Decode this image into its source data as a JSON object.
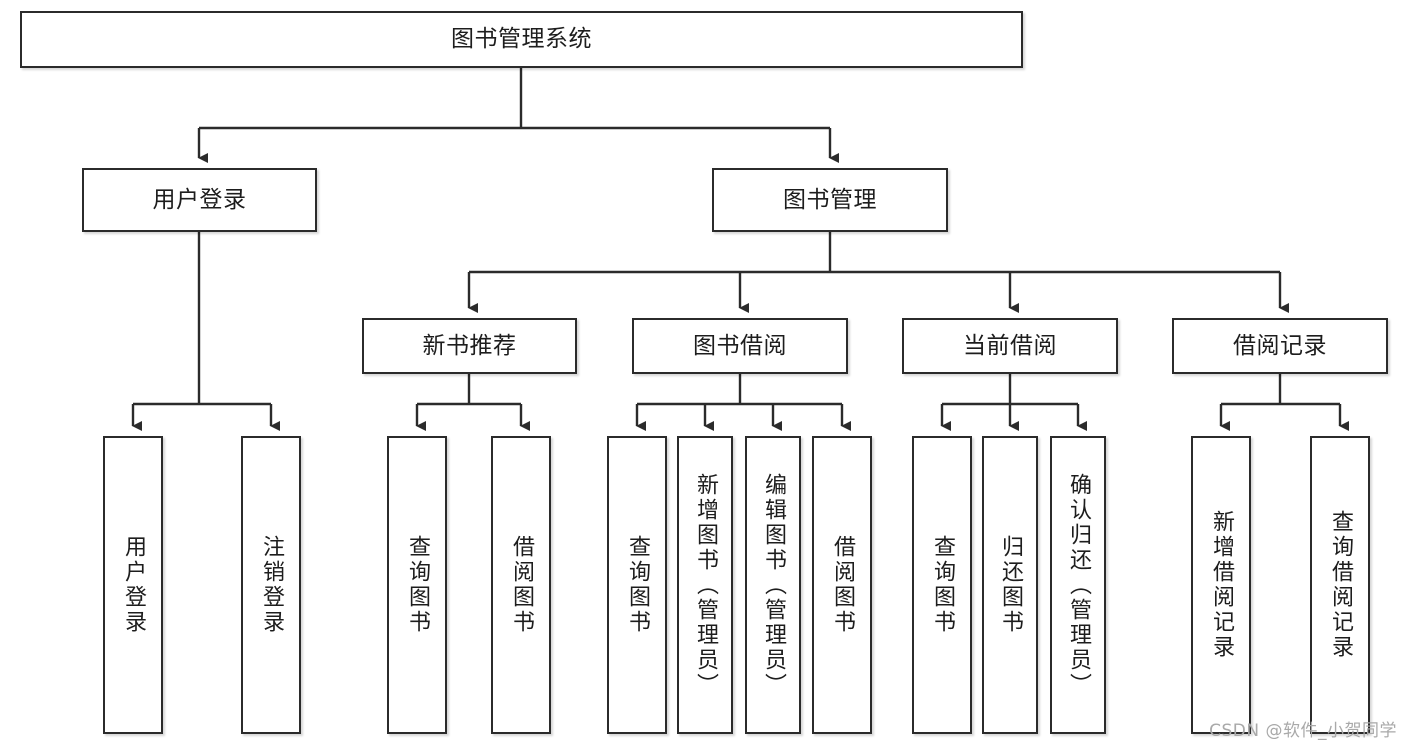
{
  "diagram": {
    "type": "tree",
    "title": "图书管理系统",
    "root": {
      "label": "图书管理系统"
    },
    "level2": [
      {
        "label": "用户登录"
      },
      {
        "label": "图书管理"
      }
    ],
    "level3": [
      {
        "label": "新书推荐"
      },
      {
        "label": "图书借阅"
      },
      {
        "label": "当前借阅"
      },
      {
        "label": "借阅记录"
      }
    ],
    "leaves": {
      "user_login": [
        {
          "label": "用户登录"
        },
        {
          "label": "注销登录"
        }
      ],
      "new_book_recommend": [
        {
          "label": "查询图书"
        },
        {
          "label": "借阅图书"
        }
      ],
      "book_borrow": [
        {
          "label": "查询图书"
        },
        {
          "label": "新增图书（管理员）"
        },
        {
          "label": "编辑图书（管理员）"
        },
        {
          "label": "借阅图书"
        }
      ],
      "current_borrow": [
        {
          "label": "查询图书"
        },
        {
          "label": "归还图书"
        },
        {
          "label": "确认归还（管理员）"
        }
      ],
      "borrow_record": [
        {
          "label": "新增借阅记录"
        },
        {
          "label": "查询借阅记录"
        }
      ]
    }
  },
  "watermark": {
    "text": "CSDN @软件_小贺同学"
  },
  "colors": {
    "border": "#2b2b2b",
    "text": "#1d1d1d",
    "background": "#ffffff",
    "watermark": "#a9a9a9"
  }
}
